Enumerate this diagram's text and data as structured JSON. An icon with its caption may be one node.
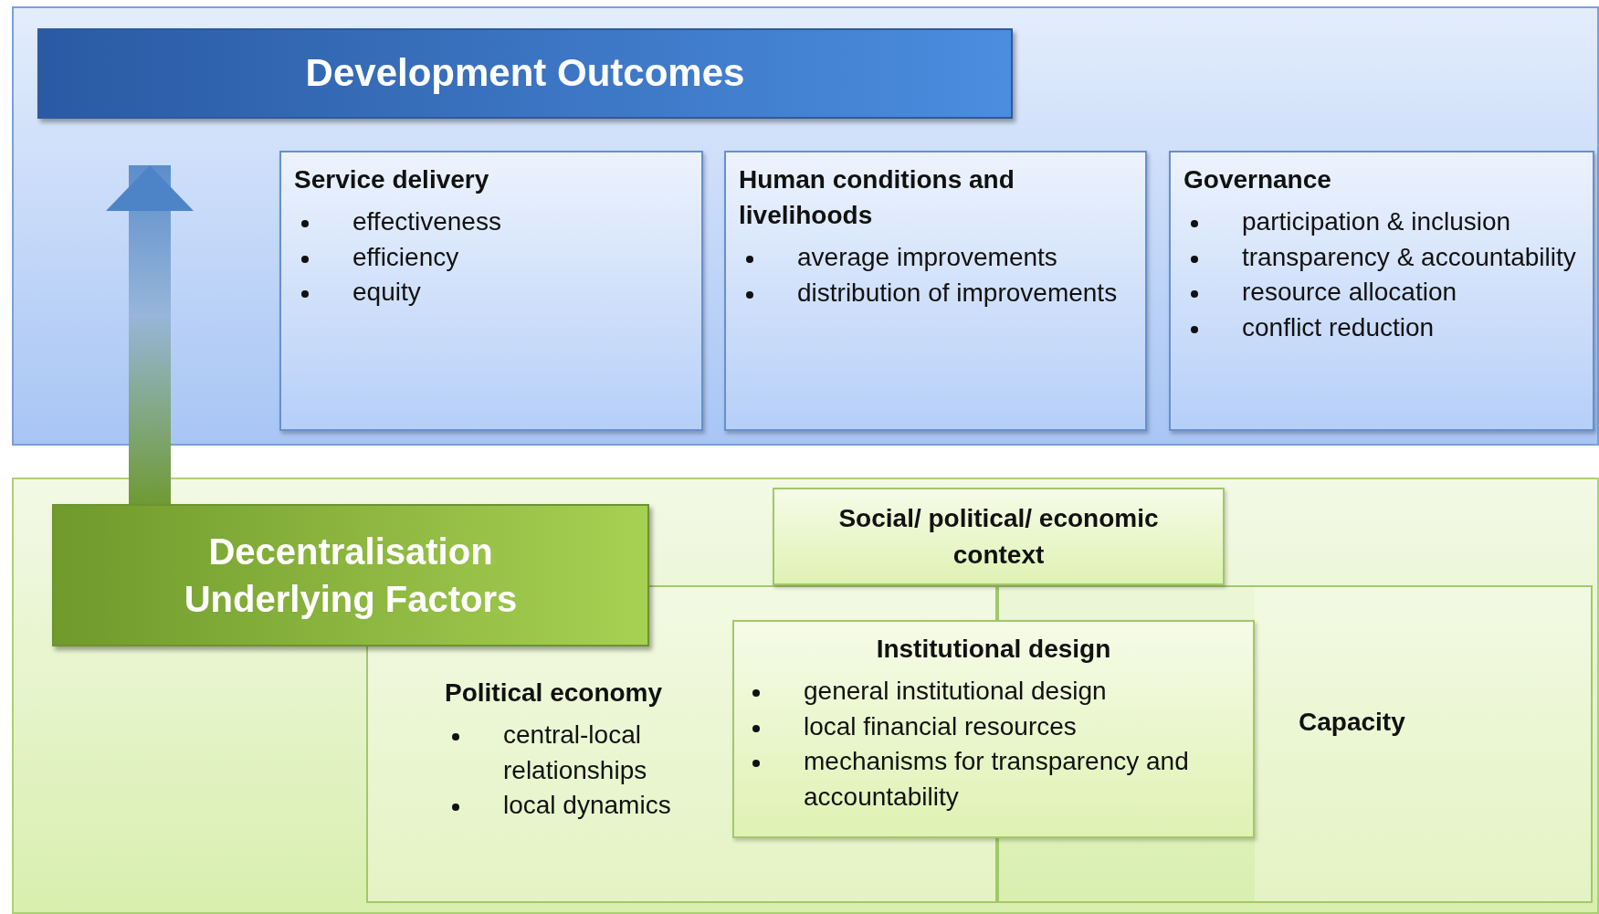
{
  "diagram": {
    "nodes": [
      {
        "text": [],
        "shape": "box"
      },
      {
        "text": [
          "Development Outcomes"
        ],
        "in": 0
      },
      {
        "text": [
          "Service delivery",
          "effectiveness",
          "efficiency",
          "equity"
        ],
        "in": 0
      },
      {
        "text": [
          "Human conditions and livelihoods",
          "average improvements",
          "distribution of improvements"
        ],
        "in": 0
      },
      {
        "text": [
          "Governance",
          "participation & inclusion",
          "transparency & accountability",
          "resource allocation",
          "conflict reduction"
        ],
        "in": 0
      },
      {
        "text": [],
        "shape": "box"
      },
      {
        "text": [
          "Decentralisation Underlying Factors"
        ],
        "in": 5
      },
      {
        "text": [
          "Social/ political/ economic context"
        ],
        "in": 5
      },
      {
        "text": [
          "Political economy",
          "central-local relationships",
          "local dynamics"
        ],
        "in": 5
      },
      {
        "text": [
          "Institutional design",
          "general institutional design",
          "local financial resources",
          "mechanisms for transparency and accountability"
        ],
        "in": 5
      },
      {
        "text": [
          "Capacity"
        ],
        "in": 5
      }
    ],
    "edges": [
      {
        "from": 6,
        "to": 1,
        "arrow": "to",
        "style": "thick"
      }
    ]
  }
}
